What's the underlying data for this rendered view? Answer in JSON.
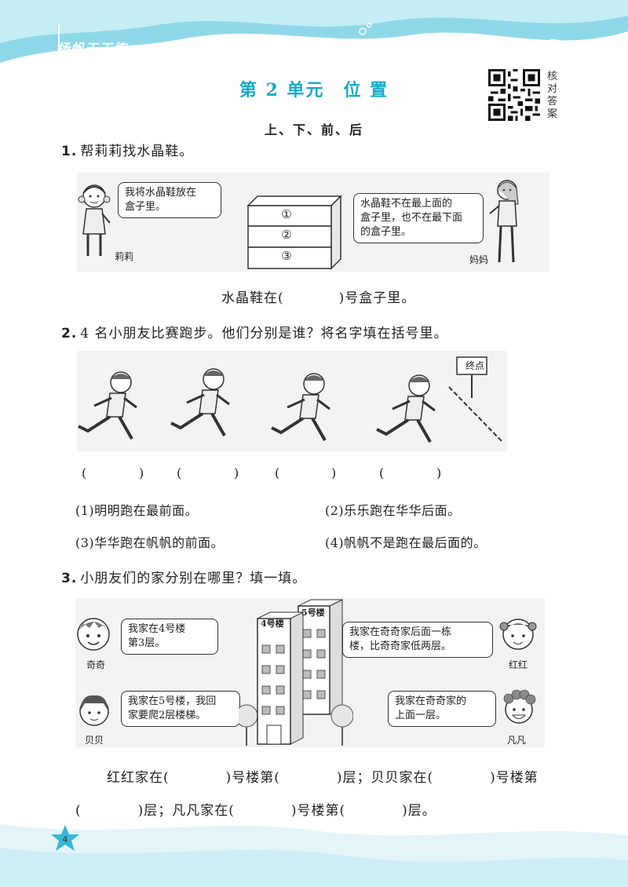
{
  "header": {
    "brand": "扬帆天天练"
  },
  "unit_title": "第 2 单元　位 置",
  "qr_label": [
    "核",
    "对",
    "答",
    "案"
  ],
  "subtitle": "上、下、前、后",
  "q1": {
    "number": "1.",
    "text": "帮莉莉找水晶鞋。",
    "bubble_left": [
      "我将水晶鞋放在",
      "盒子里。"
    ],
    "bubble_right": [
      "水晶鞋不在最上面的",
      "盒子里，也不在最下面",
      "的盒子里。"
    ],
    "boxes": [
      "①",
      "②",
      "③"
    ],
    "name_left": "莉莉",
    "name_right": "妈妈",
    "answer_prefix": "水晶鞋在(",
    "answer_suffix": ")号盒子里。"
  },
  "q2": {
    "number": "2.",
    "text": "4 名小朋友比赛跑步。他们分别是谁？将名字填在括号里。",
    "finish_sign": "终点",
    "blank_open": "(",
    "blank_close": ")",
    "clues": [
      "(1)明明跑在最前面。",
      "(2)乐乐跑在华华后面。",
      "(3)华华跑在帆帆的前面。",
      "(4)帆帆不是跑在最后面的。"
    ]
  },
  "q3": {
    "number": "3.",
    "text": "小朋友们的家分别在哪里？填一填。",
    "building_left": "4号楼",
    "building_right": "5号楼",
    "bubbles": {
      "qiqi": [
        "我家在4号楼",
        "第3层。"
      ],
      "honghong": [
        "我家在奇奇家后面一栋",
        "楼，比奇奇家低两层。"
      ],
      "beibei": [
        "我家在5号楼，我回",
        "家要爬2层楼梯。"
      ],
      "fanfan": [
        "我家在奇奇家的",
        "上面一层。"
      ]
    },
    "names": {
      "qiqi": "奇奇",
      "honghong": "红红",
      "beibei": "贝贝",
      "fanfan": "凡凡"
    },
    "line1": "红红家在(　　　　)号楼第(　　　　)层；贝贝家在(　　　　)号楼第",
    "line2": "(　　　　)层；凡凡家在(　　　　)号楼第(　　　　)层。"
  },
  "page_number": "4",
  "colors": {
    "accent": "#18a9c6",
    "wave": "#bfe9f3",
    "figure_bg": "#f3f3f3"
  }
}
